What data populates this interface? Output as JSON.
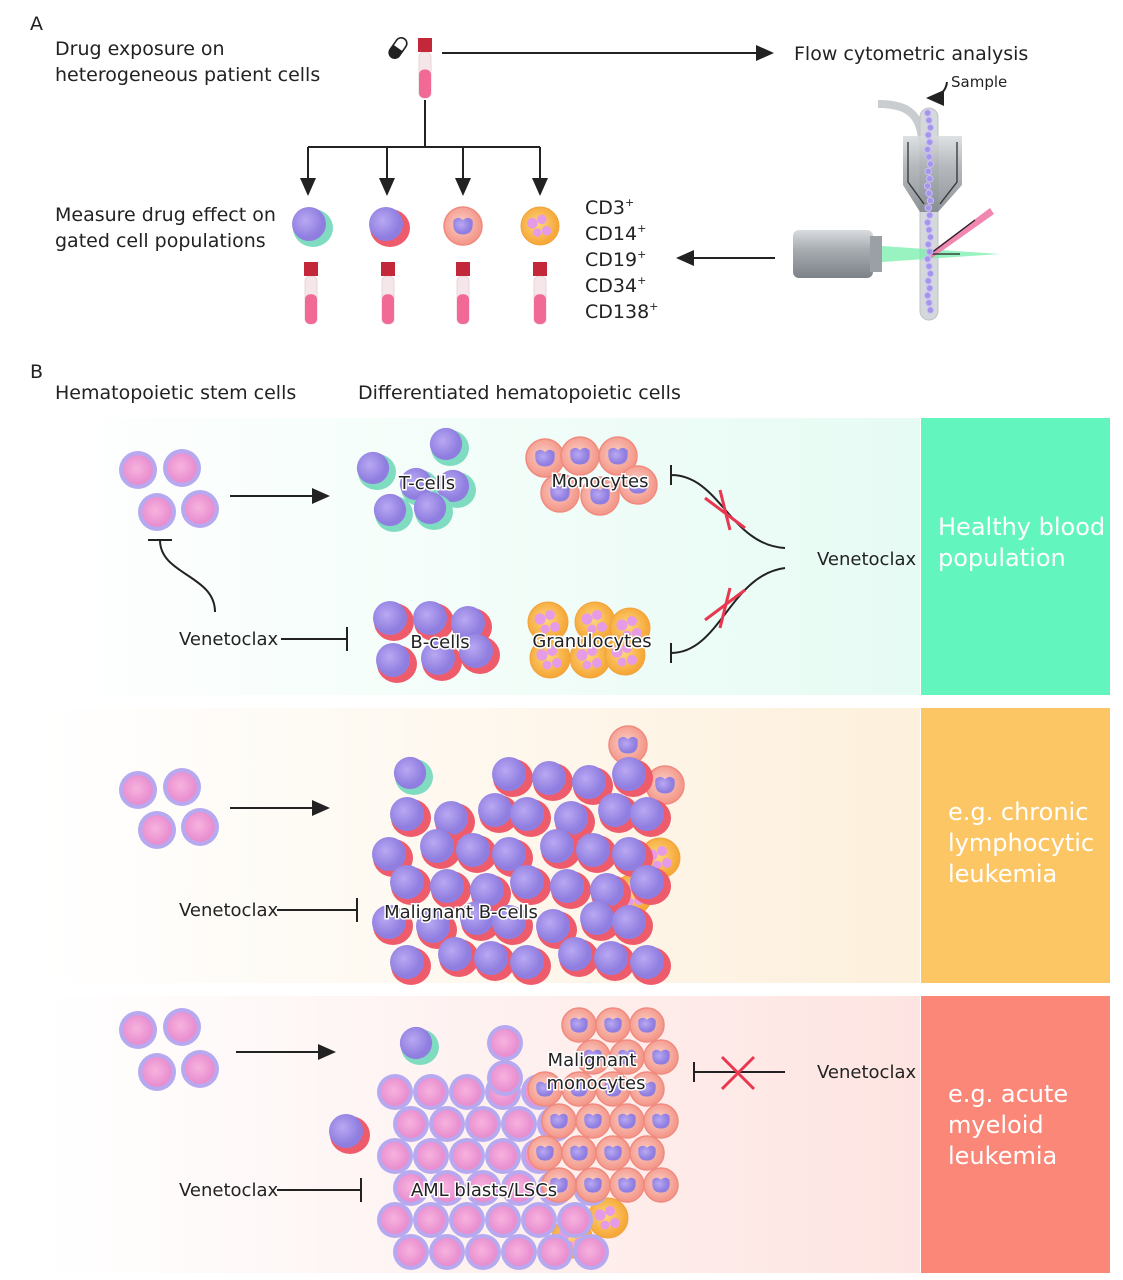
{
  "panel_a": {
    "letter": "A",
    "drug_exposure": [
      "Drug exposure on",
      "heterogeneous patient cells"
    ],
    "flow_title": "Flow cytometric  analysis",
    "sample_label": "Sample",
    "measure": [
      "Measure drug effect on",
      "gated cell populations"
    ],
    "markers": [
      "CD3",
      "CD14",
      "CD19",
      "CD34",
      "CD138"
    ],
    "marker_sup": "+"
  },
  "panel_b": {
    "letter": "B",
    "col_stem": "Hematopoietic stem cells",
    "col_diff": "Differentiated hematopoietic cells",
    "healthy": {
      "t_cells": "T-cells",
      "monocytes": "Monocytes",
      "b_cells": "B-cells",
      "granulocytes": "Granulocytes",
      "drug_right": "Venetoclax",
      "drug_left": "Venetoclax",
      "box": [
        "Healthy blood",
        "population"
      ],
      "box_color": "#62F5BE"
    },
    "cll": {
      "malignant": "Malignant B-cells",
      "drug": "Venetoclax",
      "box": [
        "e.g. chronic",
        "lymphocytic",
        "leukemia"
      ],
      "box_color": "#FDC664"
    },
    "aml": {
      "monocytes": [
        "Malignant",
        "monocytes"
      ],
      "blasts": "AML blasts/LSCs",
      "drug_right": "Venetoclax",
      "drug_left": "Venetoclax",
      "box": [
        "e.g. acute",
        "myeloid",
        "leukemia"
      ],
      "box_color": "#FA8777"
    }
  },
  "icons": [
    "pill-icon",
    "blood-tube-icon",
    "flow-cytometer-icon",
    "inhibition-cross-icon"
  ]
}
